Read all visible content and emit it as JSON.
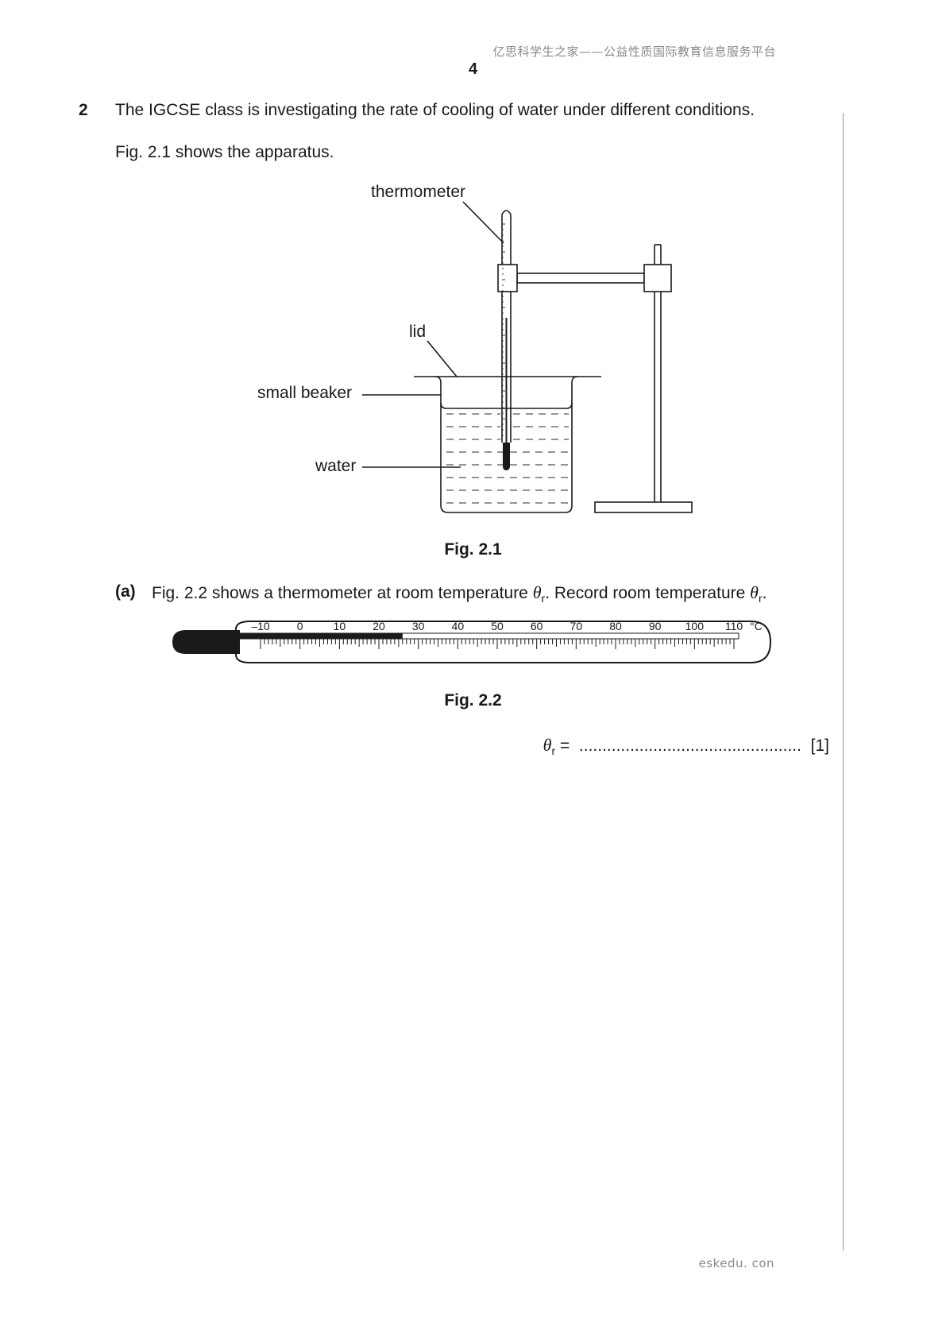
{
  "header": {
    "watermark_top": "亿思科学生之家——公益性质国际教育信息服务平台",
    "page_number": "4"
  },
  "question": {
    "number": "2",
    "intro": "The IGCSE class is investigating the rate of cooling of water under different conditions.",
    "figure_intro": "Fig. 2.1 shows the apparatus."
  },
  "figure_2_1": {
    "labels": {
      "thermometer": "thermometer",
      "lid": "lid",
      "small_beaker": "small beaker",
      "water": "water"
    },
    "caption": "Fig. 2.1"
  },
  "part_a": {
    "label": "(a)",
    "text_1": "Fig. 2.2 shows a thermometer at room temperature ",
    "text_2": ". Record room temperature ",
    "text_3": ".",
    "symbol": "θ",
    "subscript": "r"
  },
  "figure_2_2": {
    "scale_labels": [
      "–10",
      "0",
      "10",
      "20",
      "30",
      "40",
      "50",
      "60",
      "70",
      "80",
      "90",
      "100",
      "110"
    ],
    "unit": "°C",
    "reading": 26,
    "caption": "Fig. 2.2"
  },
  "answer": {
    "prefix": " =",
    "dots": "................................................",
    "marks": "[1]"
  },
  "footer": {
    "watermark_bottom": "eskedu. con"
  }
}
